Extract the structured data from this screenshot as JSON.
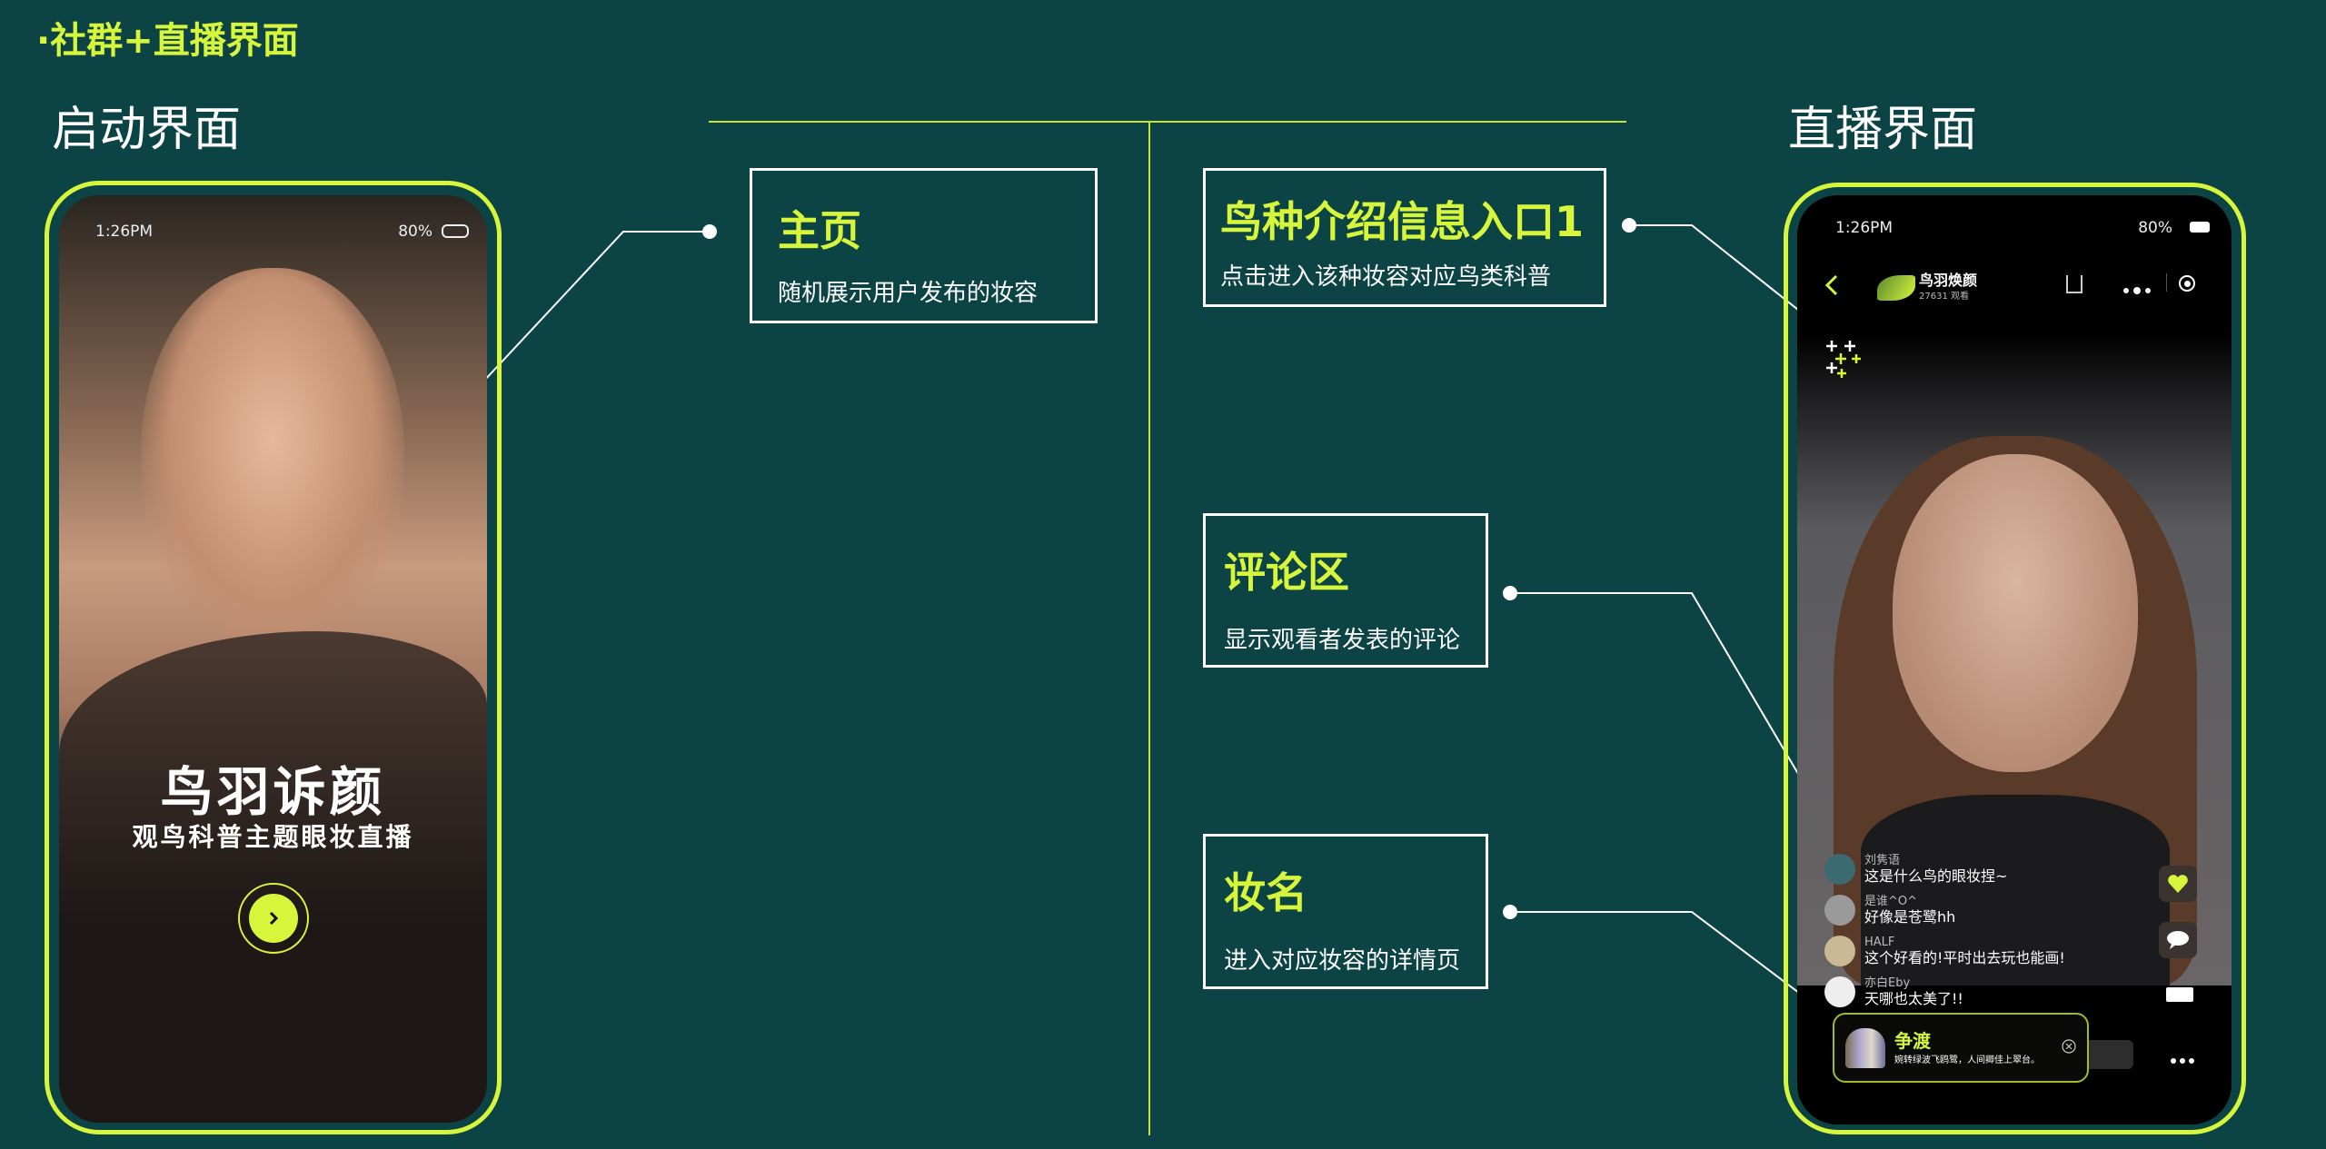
{
  "page_title": "·社群+直播界面",
  "sections": {
    "launch": "启动界面",
    "live": "直播界面"
  },
  "annotations": [
    {
      "title": "主页",
      "desc": "随机展示用户发布的妆容"
    },
    {
      "title": "鸟种介绍信息入口1",
      "desc": "点击进入该种妆容对应鸟类科普"
    },
    {
      "title": "评论区",
      "desc": "显示观看者发表的评论"
    },
    {
      "title": "妆名",
      "desc": "进入对应妆容的详情页"
    }
  ],
  "status_bar": {
    "time": "1:26PM",
    "battery": "80%"
  },
  "launch_screen": {
    "brand": "鸟羽诉颜",
    "tagline": "观鸟科普主题眼妆直播",
    "enter_icon": "chevron-right"
  },
  "live_screen": {
    "channel_name": "鸟羽焕颜",
    "viewers": "27631 观看",
    "comments": [
      {
        "user": "刘隽语",
        "text": "这是什么鸟的眼妆捏~"
      },
      {
        "user": "是谁^O^",
        "text": "好像是苍鹭hh"
      },
      {
        "user": "HALF",
        "text": "这个好看的!平时出去玩也能画!"
      },
      {
        "user": "亦白Eby",
        "text": "天哪也太美了!!"
      }
    ],
    "makeup_card": {
      "name": "争渡",
      "desc": "婉转绿波飞鸥鹭，人间卿佳上翠台。"
    }
  }
}
